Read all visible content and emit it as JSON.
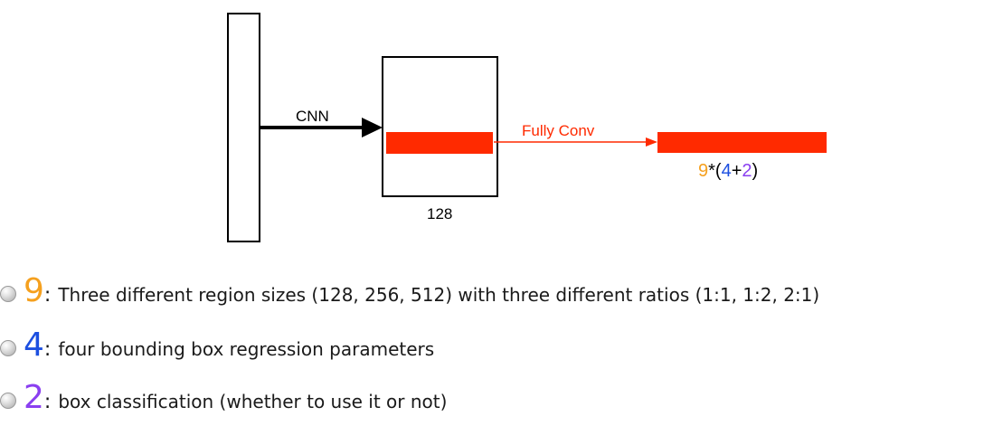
{
  "colors": {
    "orange": "#f5a01e",
    "blue": "#1c4fe0",
    "purple": "#8a3ff0",
    "red": "#ff2a00",
    "black": "#000000"
  },
  "diagram": {
    "cnn_label": "CNN",
    "fully_conv_label": "Fully Conv",
    "feature_size_label": "128",
    "formula": {
      "n9": "9",
      "op_mul_open": "*(",
      "n4": "4",
      "op_plus": "+",
      "n2": "2",
      "close": ")"
    }
  },
  "bullets": [
    {
      "num": "9",
      "colon": ":",
      "text": "Three different region sizes (128, 256, 512) with three different ratios (1:1, 1:2, 2:1)"
    },
    {
      "num": "4",
      "colon": ":",
      "text": "four bounding box regression parameters"
    },
    {
      "num": "2",
      "colon": ":",
      "text": "box classification (whether to use it or not)"
    }
  ]
}
